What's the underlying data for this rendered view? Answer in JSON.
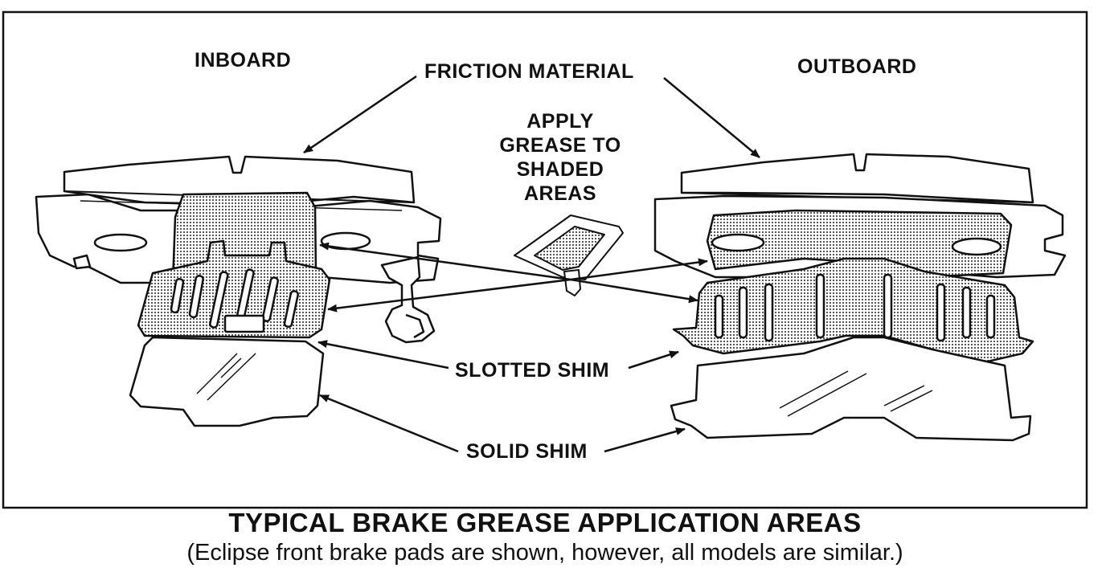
{
  "labels": {
    "inboard": "INBOARD",
    "outboard": "OUTBOARD",
    "friction_material": "FRICTION MATERIAL",
    "apply_grease": [
      "APPLY",
      "GREASE TO",
      "SHADED",
      "AREAS"
    ],
    "slotted_shim": "SLOTTED SHIM",
    "solid_shim": "SOLID SHIM"
  },
  "caption": {
    "title": "TYPICAL BRAKE GREASE APPLICATION AREAS",
    "subtitle": "(Eclipse front brake pads are shown, however, all models are similar.)"
  },
  "colors": {
    "line": "#111111",
    "shade": "#b8b8b8",
    "background": "#ffffff"
  }
}
